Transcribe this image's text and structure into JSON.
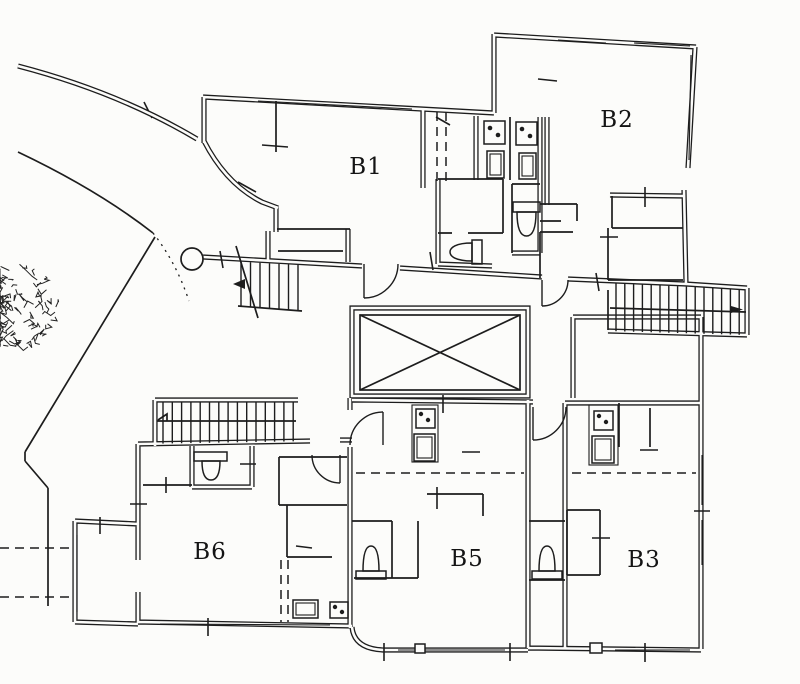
{
  "drawing": {
    "kind": "apartment floor plan (scanned blueprint)",
    "colors": {
      "ink": "#1d1d1d",
      "paper": "#fcfcfa"
    }
  },
  "rooms": [
    {
      "id": "b1",
      "label": "B1"
    },
    {
      "id": "b2",
      "label": "B2"
    },
    {
      "id": "b3",
      "label": "B3"
    },
    {
      "id": "b5",
      "label": "B5"
    },
    {
      "id": "b6",
      "label": "B6"
    }
  ],
  "icons": {
    "elevator": "elevator-shaft-x-brace",
    "stairs": "stair-run-treads",
    "toilet": "toilet-plan-symbol",
    "stove": "two-burner-stove-symbol",
    "sink": "kitchen-sink-symbol",
    "tree": "site-tree-symbol",
    "door": "door-swing-arc",
    "column": "round-column"
  }
}
